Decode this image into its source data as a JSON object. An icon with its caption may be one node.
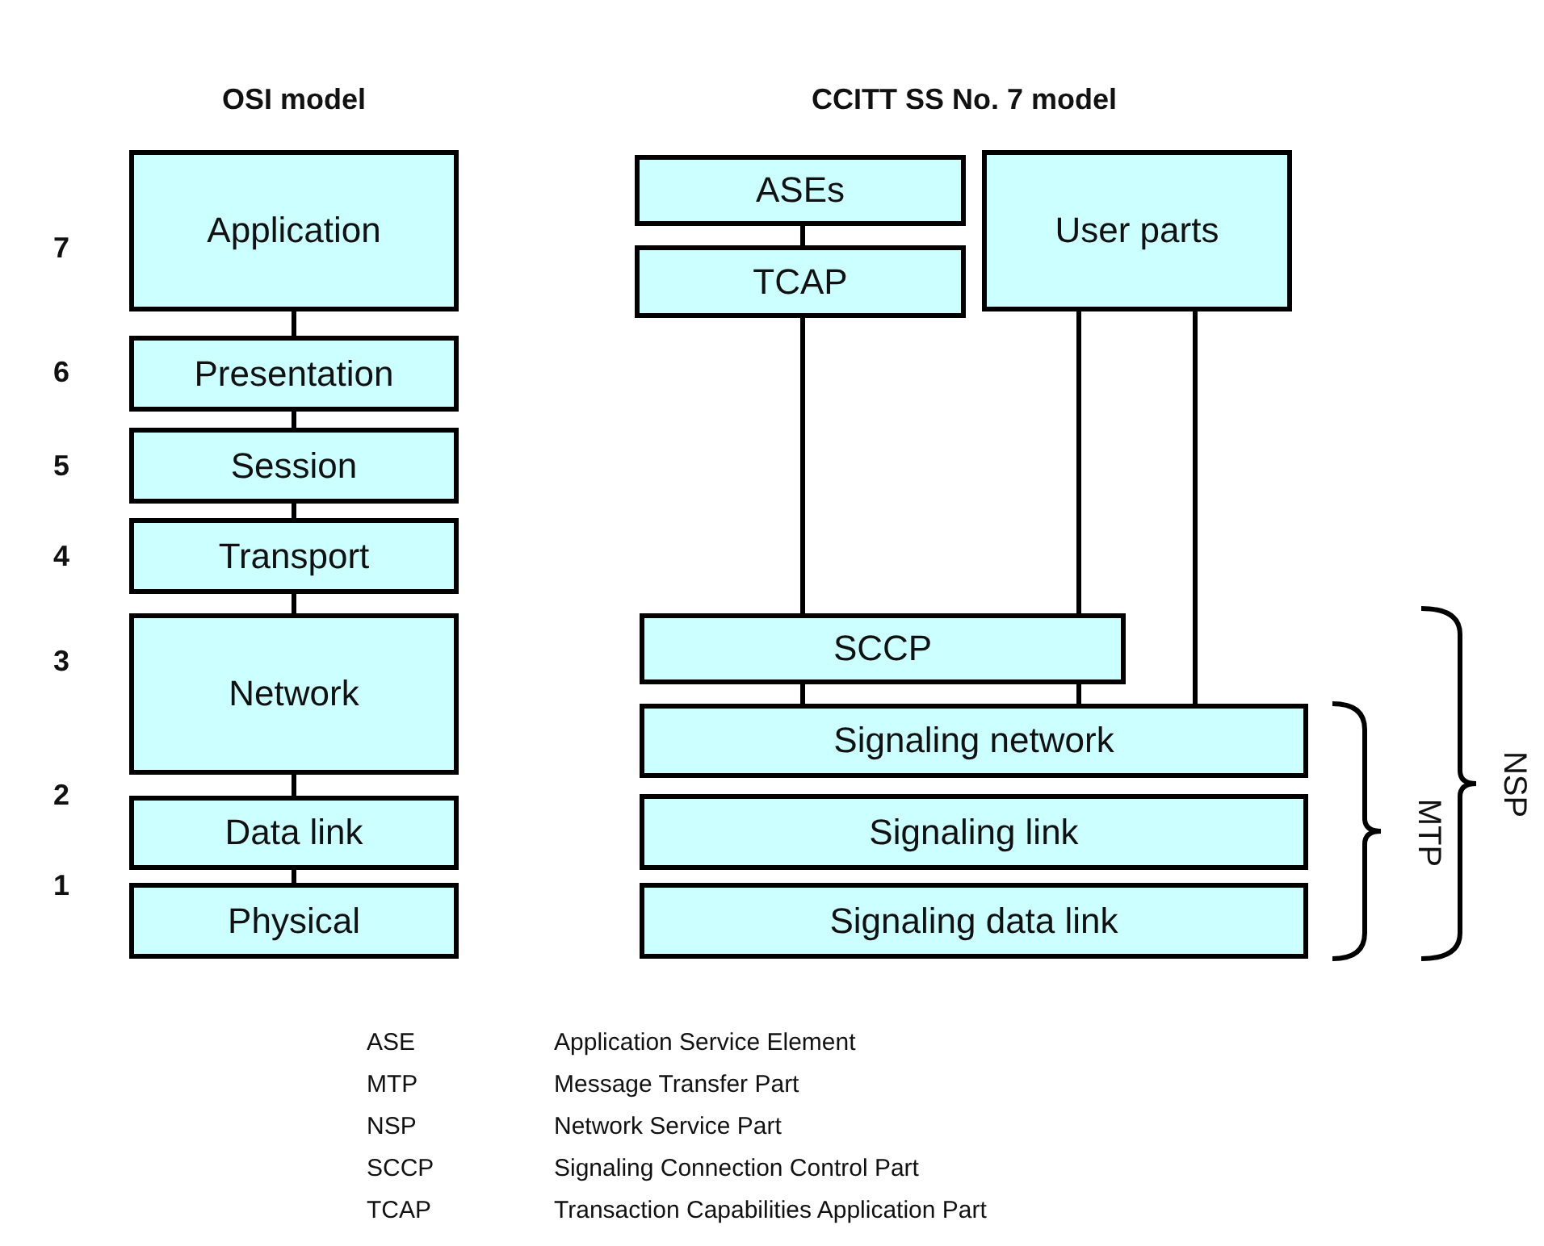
{
  "diagram": {
    "nodes": [
      {
        "text": [
          "Application"
        ]
      },
      {
        "text": [
          "Presentation"
        ]
      },
      {
        "text": [
          "Session"
        ]
      },
      {
        "text": [
          "Transport"
        ]
      },
      {
        "text": [
          "Network"
        ]
      },
      {
        "text": [
          "Data link"
        ]
      },
      {
        "text": [
          "Physical"
        ]
      },
      {
        "text": [
          "ASEs"
        ]
      },
      {
        "text": [
          "TCAP"
        ]
      },
      {
        "text": [
          "User parts"
        ]
      },
      {
        "text": [
          "SCCP"
        ]
      },
      {
        "text": [
          "Signaling network"
        ]
      },
      {
        "text": [
          "Signaling link"
        ]
      },
      {
        "text": [
          "Signaling data link"
        ]
      }
    ],
    "edges": [
      {
        "from": 0,
        "to": 1,
        "arrow": "none"
      },
      {
        "from": 1,
        "to": 2,
        "arrow": "none"
      },
      {
        "from": 2,
        "to": 3,
        "arrow": "none"
      },
      {
        "from": 3,
        "to": 4,
        "arrow": "none"
      },
      {
        "from": 4,
        "to": 5,
        "arrow": "none"
      },
      {
        "from": 5,
        "to": 6,
        "arrow": "none"
      },
      {
        "from": 7,
        "to": 8,
        "arrow": "none"
      },
      {
        "from": 8,
        "to": 10,
        "arrow": "none"
      },
      {
        "from": 9,
        "to": 10,
        "arrow": "none"
      },
      {
        "from": 9,
        "to": 11,
        "arrow": "none"
      },
      {
        "from": 10,
        "to": 11,
        "arrow": "none"
      },
      {
        "from": 10,
        "to": 11,
        "arrow": "none"
      }
    ],
    "labels": [
      "OSI model",
      "CCITT SS No. 7 model",
      "7",
      "6",
      "5",
      "4",
      "3",
      "2",
      "1",
      "NSP",
      "MTP",
      "ASE",
      "Application Service Element",
      "MTP",
      "Message Transfer Part",
      "NSP",
      "Network Service Part",
      "SCCP",
      "Signaling Connection Control Part",
      "TCAP",
      "Transaction Capabilities Application Part"
    ]
  }
}
